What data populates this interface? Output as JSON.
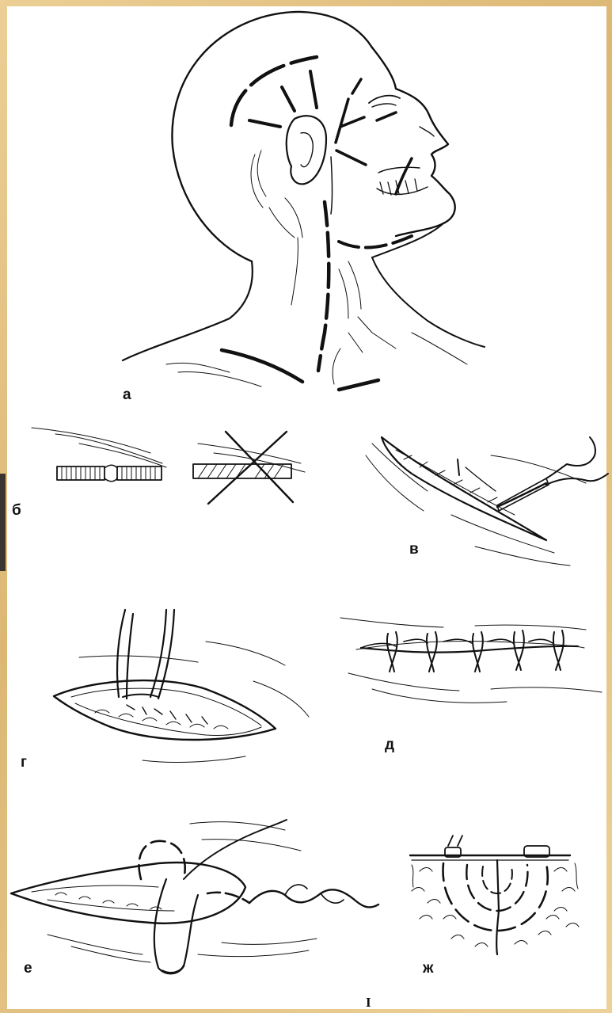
{
  "panel_labels": {
    "a": "а",
    "b": "б",
    "v": "в",
    "g": "г",
    "d": "д",
    "e": "е",
    "zh": "ж"
  },
  "plate_number": "I",
  "colors": {
    "frame": "#e9c98a",
    "paper": "#ffffff",
    "ink": "#111111"
  }
}
